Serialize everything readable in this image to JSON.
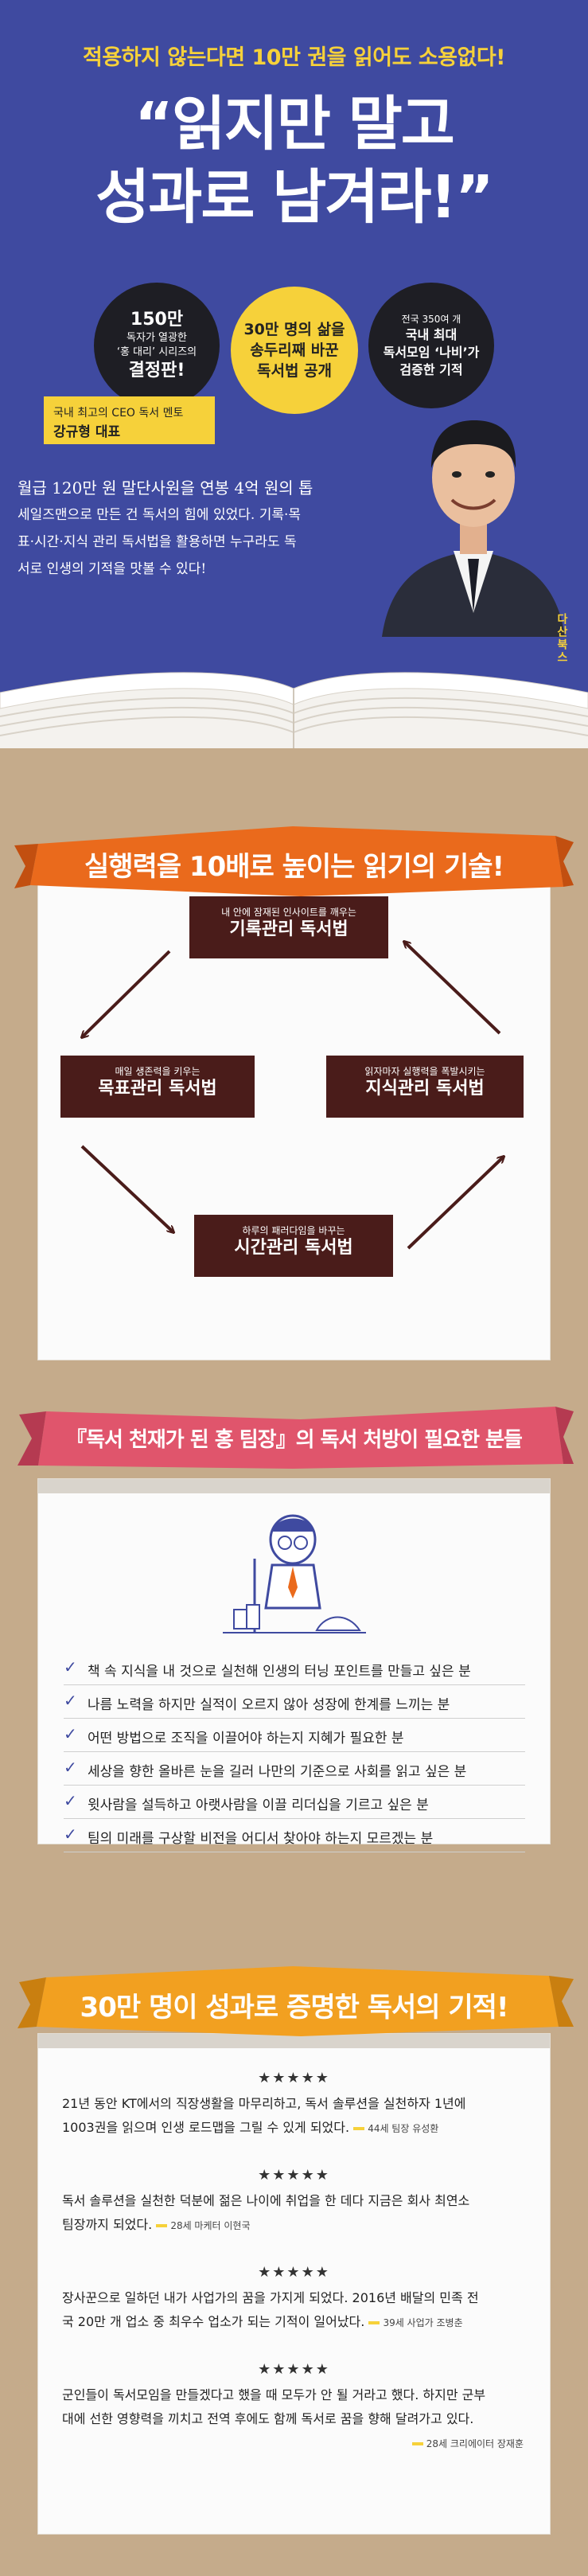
{
  "hero": {
    "tagline": "적용하지 않는다면 10만 권을 읽어도 소용없다!",
    "title_line1": "“읽지만 말고",
    "title_line2": "성과로 남겨라!”",
    "badges": [
      {
        "lines": [
          "150만",
          "독자가 열광한",
          "‘홍 대리’ 시리즈의",
          "결정판!"
        ]
      },
      {
        "lines": [
          "30만 명의 삶을",
          "송두리째 바꾼",
          "독서법 공개"
        ]
      },
      {
        "lines": [
          "전국 350여 개",
          "국내 최대",
          "독서모임 ‘나비’가",
          "검증한 기적"
        ]
      }
    ],
    "author_role": "국내 최고의 CEO 독서 멘토",
    "author_name": "강규형 대표",
    "desc_line1": "월급 120만 원 말단사원을 연봉 4억 원의 톱",
    "desc_line2": "세일즈맨으로 만든 건 독서의 힘에 있었다. 기록·목",
    "desc_line3": "표·시간·지식 관리 독서법을 활용하면 누구라도 독",
    "desc_line4": "서로 인생의 기적을 맛볼 수 있다!",
    "publisher": "다산북스"
  },
  "section1": {
    "heading": "실행력을 10배로 높이는 읽기의 기술!",
    "top": {
      "sub": "내 안에 잠재된 인사이트를 깨우는",
      "main": "기록관리 독서법"
    },
    "left": {
      "sub": "매일 생존력을 키우는",
      "main": "목표관리 독서법"
    },
    "right": {
      "sub": "읽자마자 실행력을 폭발시키는",
      "main": "지식관리 독서법"
    },
    "bottom": {
      "sub": "하루의 패러다임을 바꾸는",
      "main": "시간관리 독서법"
    }
  },
  "section2": {
    "heading": "『독서 천재가 된 홍 팀장』의 독서 처방이 필요한 분들",
    "items": [
      "책 속 지식을 내 것으로 실천해 인생의 터닝 포인트를 만들고 싶은 분",
      "나름 노력을 하지만 실적이 오르지 않아 성장에 한계를 느끼는 분",
      "어떤 방법으로 조직을 이끌어야 하는지 지혜가 필요한 분",
      "세상을 향한 올바른 눈을 길러 나만의 기준으로 사회를 읽고 싶은 분",
      "윗사람을 설득하고 아랫사람을 이끌 리더십을 기르고 싶은 분",
      "팀의 미래를 구상할 비전을 어디서 찾아야 하는지 모르겠는 분"
    ],
    "check_glyph": "✓"
  },
  "section3": {
    "heading": "30만 명이 성과로 증명한 독서의 기적!",
    "stars": "★★★★★",
    "reviews": [
      {
        "line1": "21년 동안 KT에서의 직장생활을 마무리하고, 독서 솔루션을 실천하자 1년에",
        "line2": "1003권을 읽으며 인생 로드맵을 그릴 수 있게 되었다.",
        "by": "44세 팀장 유성환"
      },
      {
        "line1": "독서 솔루션을 실천한 덕분에 젊은 나이에 취업을 한 데다 지금은 회사 최연소",
        "line2": "팀장까지 되었다.",
        "by": "28세 마케터 이현국"
      },
      {
        "line1": "장사꾼으로 일하던 내가 사업가의 꿈을 가지게 되었다. 2016년 배달의 민족 전",
        "line2": "국 20만 개 업소 중 최우수 업소가 되는 기적이 일어났다.",
        "by": "39세 사업가 조병춘"
      },
      {
        "line1": "군인들이 독서모임을 만들겠다고 했을 때 모두가 안 될 거라고 했다. 하지만 군부",
        "line2": "대에 선한 영향력을 끼치고 전역 후에도 함께 독서로 꿈을 향해 달려가고 있다.",
        "by": "28세 크리에이터 장재훈"
      }
    ]
  },
  "colors": {
    "hero_bg": "#3f4aa0",
    "yellow": "#f6d13a",
    "orange_ribbon": "#ea6a1c",
    "pink_ribbon": "#e0556c",
    "gold_ribbon": "#f2a020",
    "brown_box": "#4a1c1a",
    "page_bg": "#c5ab8b"
  }
}
